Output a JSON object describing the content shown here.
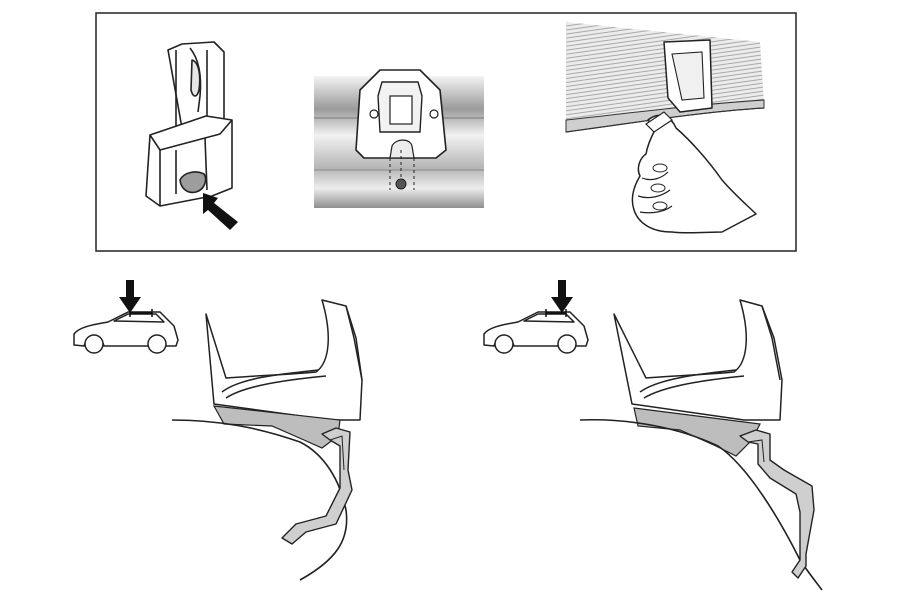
{
  "colors": {
    "ink": "#1a1a1a",
    "line": "#222222",
    "gray_fill": "#bdbdbd",
    "light_gray": "#e2e2e2",
    "metal_dark": "#8c8c8c",
    "background": "#ffffff"
  },
  "top_panel": {
    "steps": [
      {
        "name": "bracket-with-rubber-pad",
        "icon": "fitting-bracket-icon",
        "pointer": "arrow-icon"
      },
      {
        "name": "bracket-on-rail-with-screw",
        "icon": "rail-clamp-icon",
        "pointer": "dashed-alignment-guide"
      },
      {
        "name": "hand-pulls-rail-strip",
        "icon": "hand-icon",
        "pointer": ""
      }
    ]
  },
  "bottom_panels": [
    {
      "name": "fitting-position-front",
      "car_icon": "hatchback-car-icon",
      "arrow": "down-arrow-icon",
      "marker": "front-roof-marker"
    },
    {
      "name": "fitting-position-rear",
      "car_icon": "hatchback-car-icon",
      "arrow": "down-arrow-icon",
      "marker": "rear-roof-marker"
    }
  ]
}
